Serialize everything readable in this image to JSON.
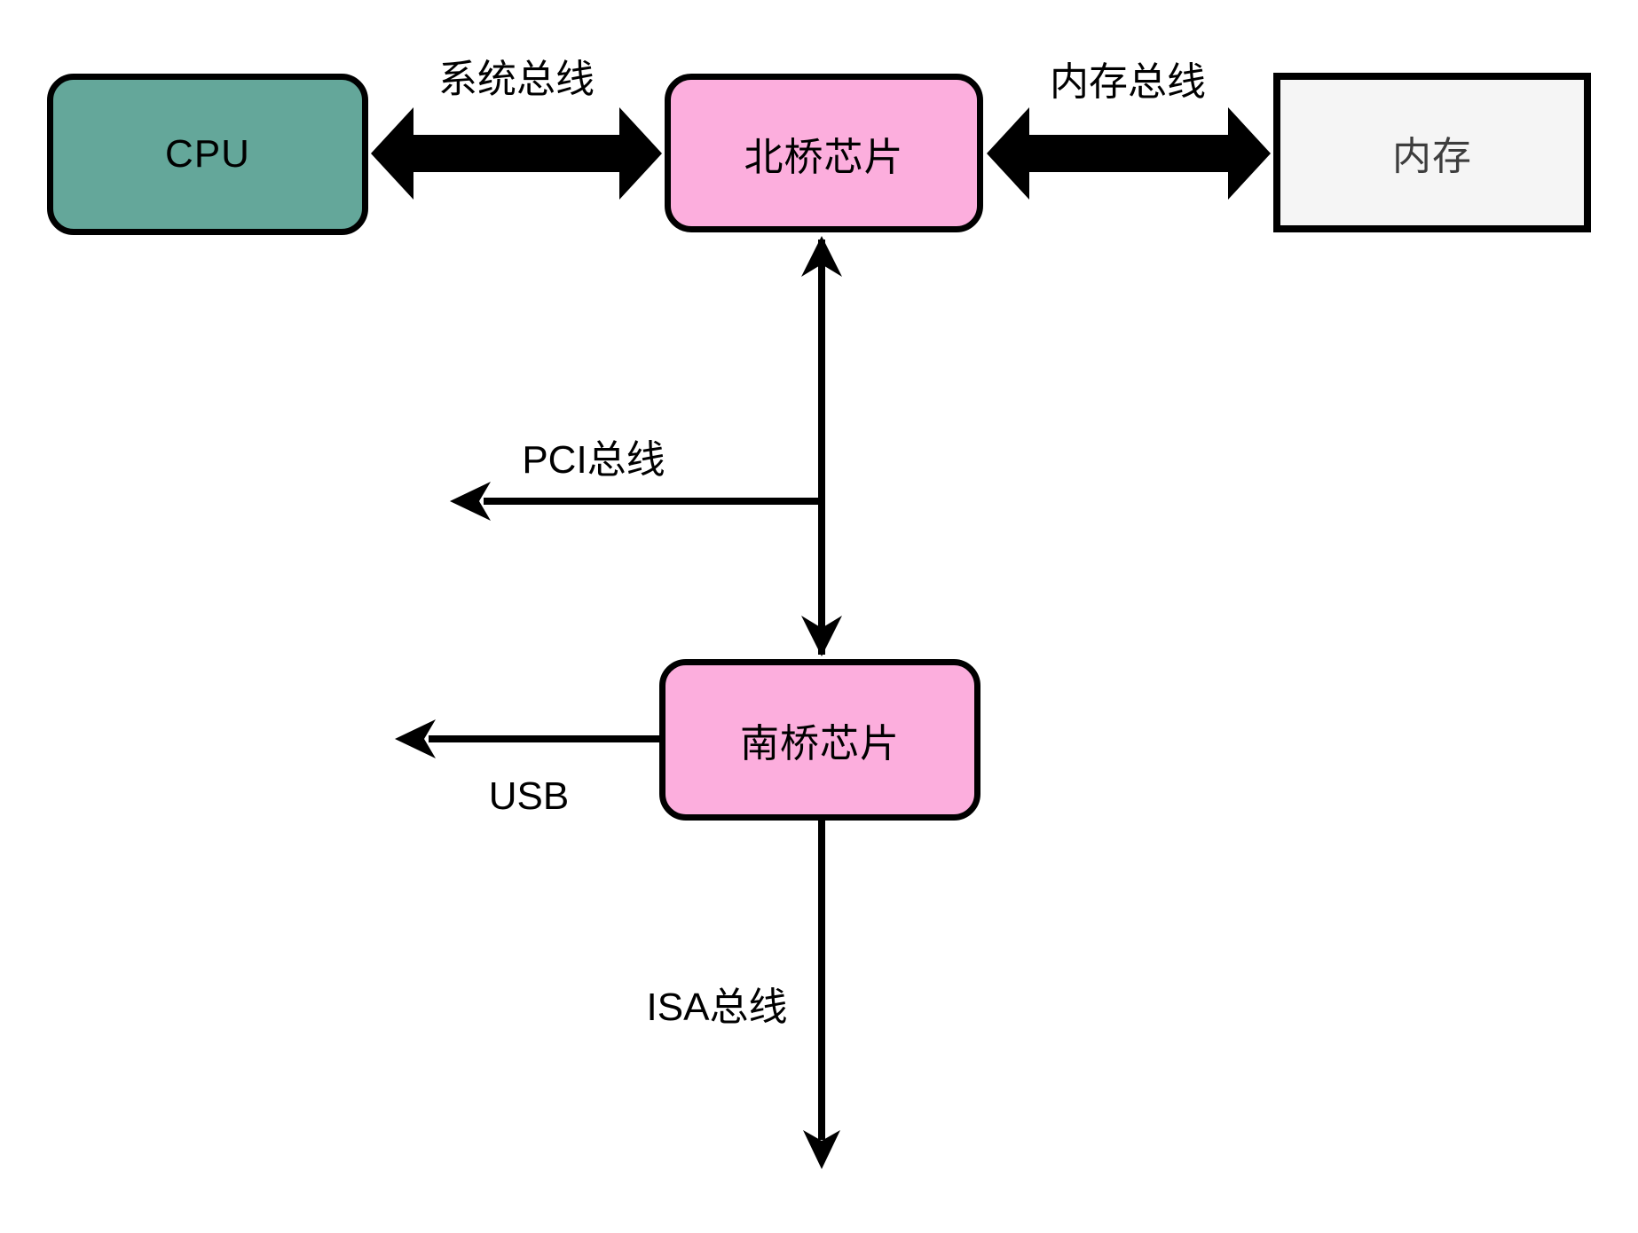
{
  "nodes": {
    "cpu": {
      "label": "CPU"
    },
    "northbridge": {
      "label": "北桥芯片"
    },
    "memory": {
      "label": "内存"
    },
    "southbridge": {
      "label": "南桥芯片"
    }
  },
  "edges": {
    "system_bus": {
      "label": "系统总线",
      "from": "CPU",
      "to": "北桥芯片",
      "arrow": "double"
    },
    "memory_bus": {
      "label": "内存总线",
      "from": "北桥芯片",
      "to": "内存",
      "arrow": "double"
    },
    "nb_sb_link": {
      "label": "",
      "from": "北桥芯片",
      "to": "南桥芯片",
      "arrow": "double"
    },
    "pci_bus": {
      "label": "PCI总线",
      "from": "北桥芯片-南桥芯片连线",
      "to": "左侧",
      "arrow": "left"
    },
    "usb": {
      "label": "USB",
      "from": "南桥芯片",
      "to": "左侧",
      "arrow": "left"
    },
    "isa_bus": {
      "label": "ISA总线",
      "from": "南桥芯片",
      "to": "下方",
      "arrow": "down"
    }
  },
  "colors": {
    "cpu_fill": "#64a79a",
    "bridge_fill": "#fcaedd",
    "memory_fill": "#f5f5f5",
    "memory_text": "#3d3d3d",
    "line": "#000000",
    "background": "#ffffff"
  }
}
